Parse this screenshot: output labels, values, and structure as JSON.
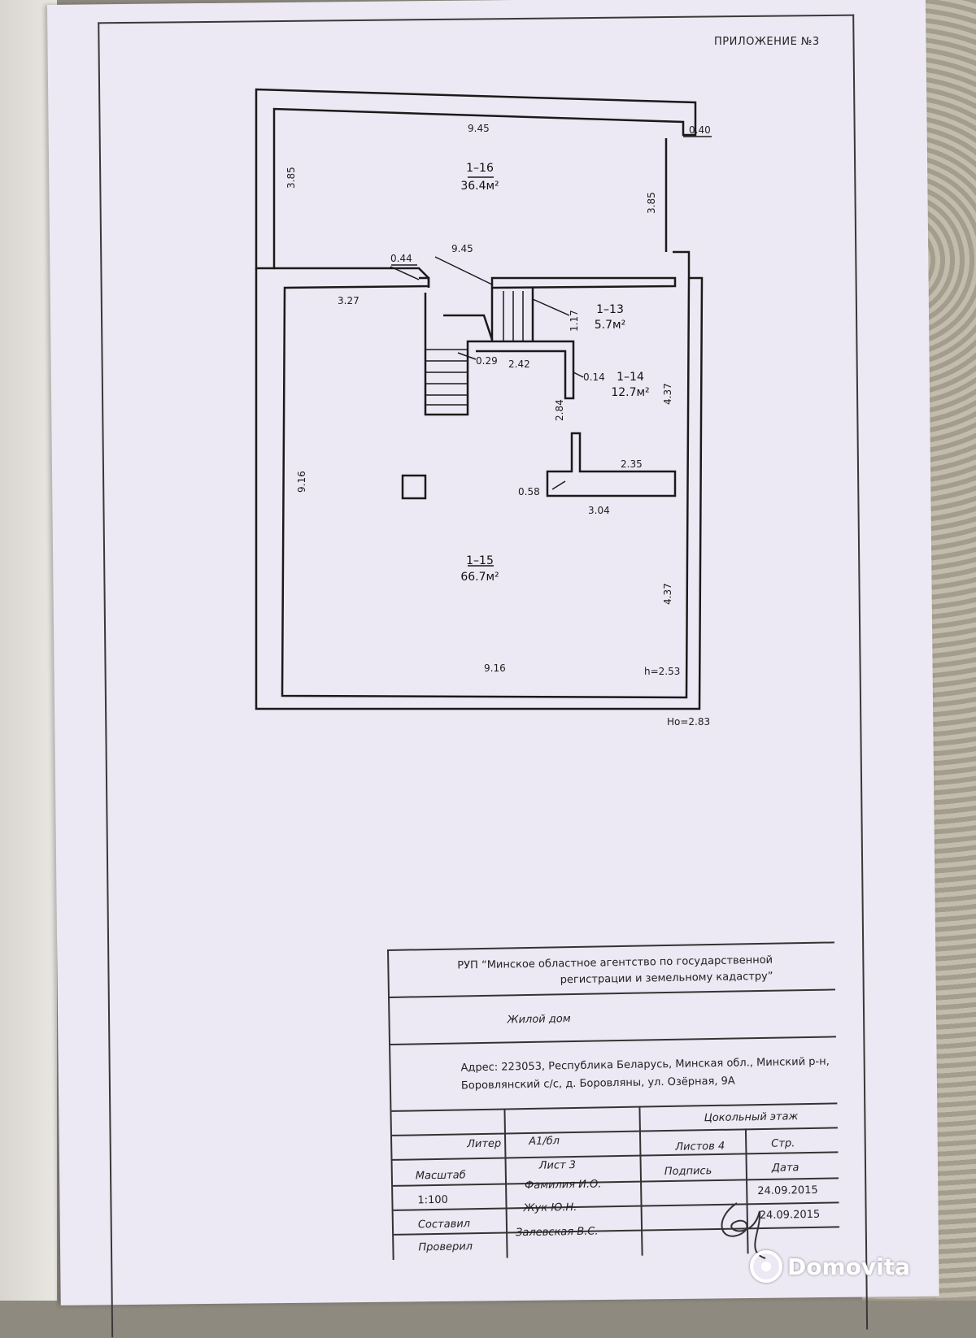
{
  "header": {
    "appendix": "ПРИЛОЖЕНИЕ №3"
  },
  "plan": {
    "rooms": [
      {
        "id": "1–16",
        "area": "36.4м²"
      },
      {
        "id": "1–13",
        "area": "5.7м²"
      },
      {
        "id": "1–14",
        "area": "12.7м²"
      },
      {
        "id": "1–15",
        "area": "66.7м²"
      }
    ],
    "dimensions": {
      "top_width": "9.45",
      "top_ledge": "0.40",
      "left_height_top": "3.85",
      "right_height_top": "3.85",
      "mid_width": "9.45",
      "wall_044": "0.44",
      "w_327": "3.27",
      "h_117": "1.17",
      "w_029": "0.29",
      "w_242": "2.42",
      "w_014": "0.14",
      "h_437_a": "4.37",
      "h_284": "2.84",
      "left_height_main": "9.16",
      "w_235": "2.35",
      "w_058": "0.58",
      "w_304": "3.04",
      "h_437_b": "4.37",
      "bottom_width": "9.16",
      "ceiling_h": "h=2.53",
      "ho": "Hо=2.83"
    }
  },
  "title_block": {
    "org_line1": "РУП “Минское областное агентство по государственной",
    "org_line2": "регистрации и земельному кадастру”",
    "object": "Жилой дом",
    "address_line1": "Адрес:  223053, Республика Беларусь, Минская обл., Минский р-н,",
    "address_line2": "Боровлянский с/с, д. Боровляны, ул. Озёрная, 9А",
    "floor": "Цокольный этаж",
    "liter_label": "Литер",
    "liter_value": "А1/бл",
    "sheet_label": "Лист 3",
    "sheets_label": "Листов 4",
    "page_label": "Стр.",
    "scale_label": "Масштаб",
    "surname_label": "Фамилия И.О.",
    "signature_label": "Подпись",
    "date_label": "Дата",
    "scale_value": "1:100",
    "compiled_label": "Составил",
    "compiled_name": "Жук Ю.Н.",
    "compiled_date": "24.09.2015",
    "checked_label": "Проверил",
    "checked_name": "Залевская В.С.",
    "checked_date": "24.09.2015"
  },
  "watermark": {
    "text": "Domovita"
  }
}
